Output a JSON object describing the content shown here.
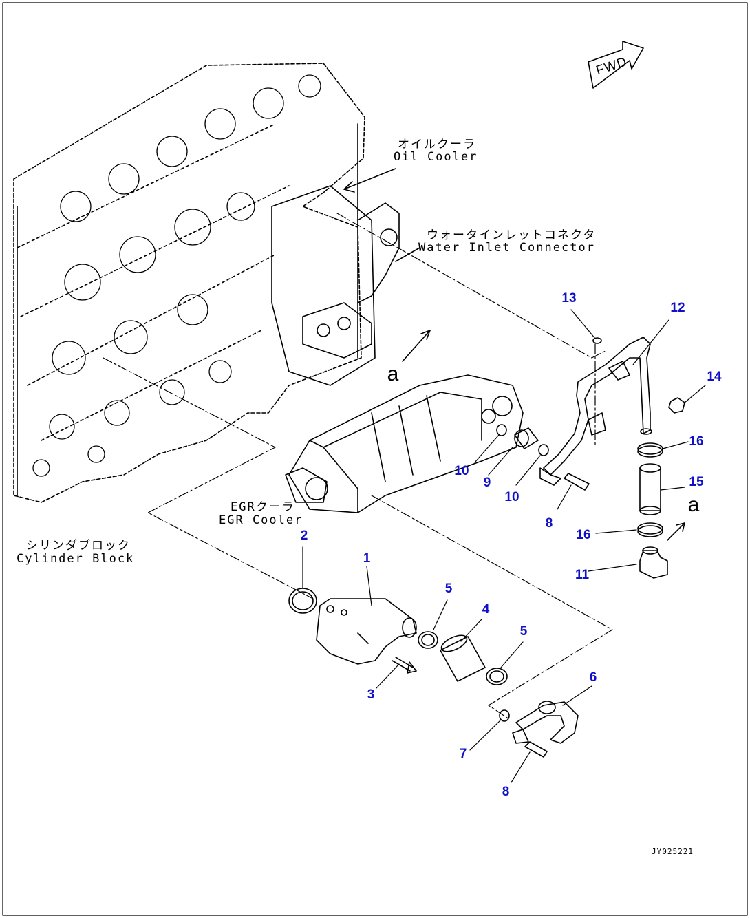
{
  "labels": {
    "oil_cooler_jp": "オイルクーラ",
    "oil_cooler_en": "Oil Cooler",
    "water_inlet_jp": "ウォータインレットコネクタ",
    "water_inlet_en": "Water Inlet Connector",
    "egr_cooler_jp": "EGRクーラ",
    "egr_cooler_en": "EGR Cooler",
    "cylinder_block_jp": "シリンダブロック",
    "cylinder_block_en": "Cylinder Block",
    "fwd": "FWD",
    "view_a": "a",
    "drawing_code": "JY025221"
  },
  "callouts": [
    "1",
    "2",
    "3",
    "4",
    "5",
    "5",
    "6",
    "7",
    "8",
    "8",
    "9",
    "10",
    "10",
    "11",
    "12",
    "13",
    "14",
    "15",
    "16",
    "16"
  ],
  "colors": {
    "callout": "#1010c8",
    "line": "#000000"
  }
}
